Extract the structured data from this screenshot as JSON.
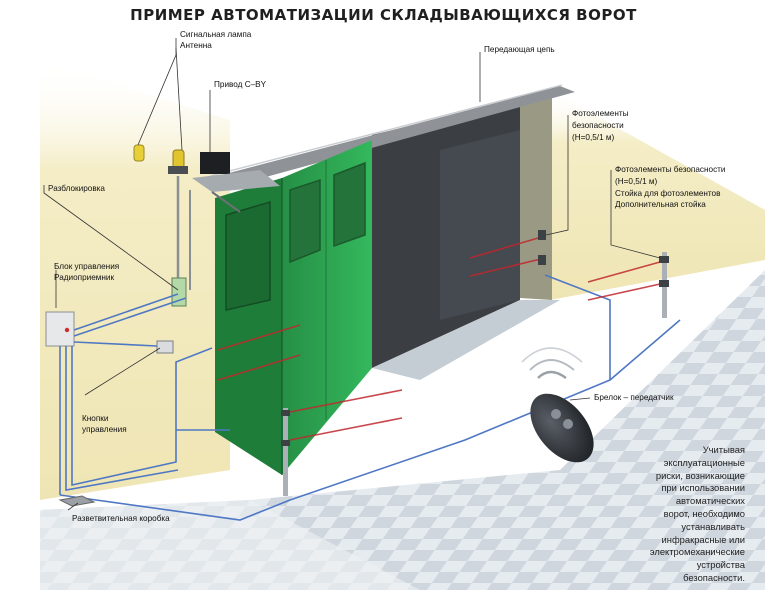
{
  "title": "ПРИМЕР АВТОМАТИЗАЦИИ СКЛАДЫВАЮЩИХСЯ ВОРОТ",
  "labels": {
    "lamp": "Сигнальная лампа",
    "antenna": "Антенна",
    "drive": "Привод С–BY",
    "chain": "Передающая цепь",
    "photo_upper_1": "Фотоэлементы",
    "photo_upper_2": "безопасности",
    "photo_upper_3": "(Н=0,5/1 м)",
    "photo_right_1": "Фотоэлементы безопасности",
    "photo_right_2": "(Н=0,5/1 м)",
    "photo_right_3": "Стойка для фотоэлементов",
    "photo_right_4": "Дополнительная стойка",
    "release": "Разблокировка",
    "control_1": "Блок управления",
    "control_2": "Радиоприемник",
    "buttons_1": "Кнопки",
    "buttons_2": "управления",
    "remote": "Брелок – передатчик",
    "junction": "Разветвительная коробка"
  },
  "note": "Учитывая\nэксплуатационные\nриски, возникающие\nпри использовании\nавтоматических\nворот, необходимо\nустанавливать\nинфракрасные или\nэлектромеханические\nустройства\nбезопасности.",
  "colors": {
    "wall": "#f3ecc2",
    "floor_light": "#e4e9ee",
    "floor_dark": "#ccd4dc",
    "door_green": "#2fae55",
    "door_dark_green": "#1f7d3a",
    "opening": "#3b3f43",
    "wire_blue": "#4f78c4",
    "beam_red": "#c0282d"
  }
}
